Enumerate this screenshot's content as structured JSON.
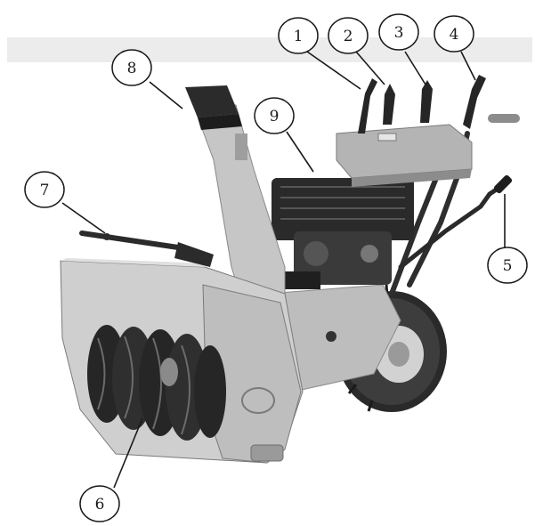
{
  "figure": {
    "subject": "snow blower",
    "callouts": [
      {
        "id": 1,
        "label": "1"
      },
      {
        "id": 2,
        "label": "2"
      },
      {
        "id": 3,
        "label": "3"
      },
      {
        "id": 4,
        "label": "4"
      },
      {
        "id": 5,
        "label": "5"
      },
      {
        "id": 6,
        "label": "6"
      },
      {
        "id": 7,
        "label": "7"
      },
      {
        "id": 8,
        "label": "8"
      },
      {
        "id": 9,
        "label": "9"
      }
    ]
  },
  "colors": {
    "background": "#ffffff",
    "header_band": "#ececec",
    "body_gray": "#c9c9c9",
    "dark_parts": "#2b2b2b",
    "outline": "#1a1a1a"
  }
}
